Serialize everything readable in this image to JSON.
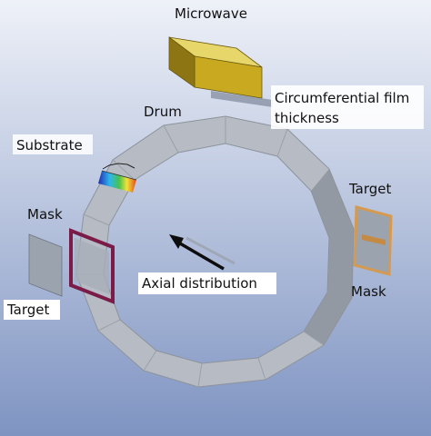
{
  "labels": {
    "microwave": "Microwave",
    "drum": "Drum",
    "substrate": "Substrate",
    "circumferential_line1": "Circumferential film",
    "circumferential_line2": "thickness",
    "target_right": "Target",
    "mask_right": "Mask",
    "mask_left": "Mask",
    "target_left": "Target",
    "axial": "Axial distribution"
  },
  "colors": {
    "background_top": "#eef1f8",
    "background_bottom": "#7f94c2",
    "drum_face": "#b7bcc4",
    "drum_edge": "#8d939c",
    "microwave_top": "#e7d66a",
    "microwave_front": "#c8a91f",
    "mask_frame": "#7b1b48",
    "target_right_frame": "#d59a52",
    "target_plate": "#9aa3ae",
    "arrow": "#0d0d0d"
  },
  "gradient_stops": [
    "#1f2bb8",
    "#2fb6e8",
    "#49c24b",
    "#f3e23a",
    "#e24a22"
  ]
}
